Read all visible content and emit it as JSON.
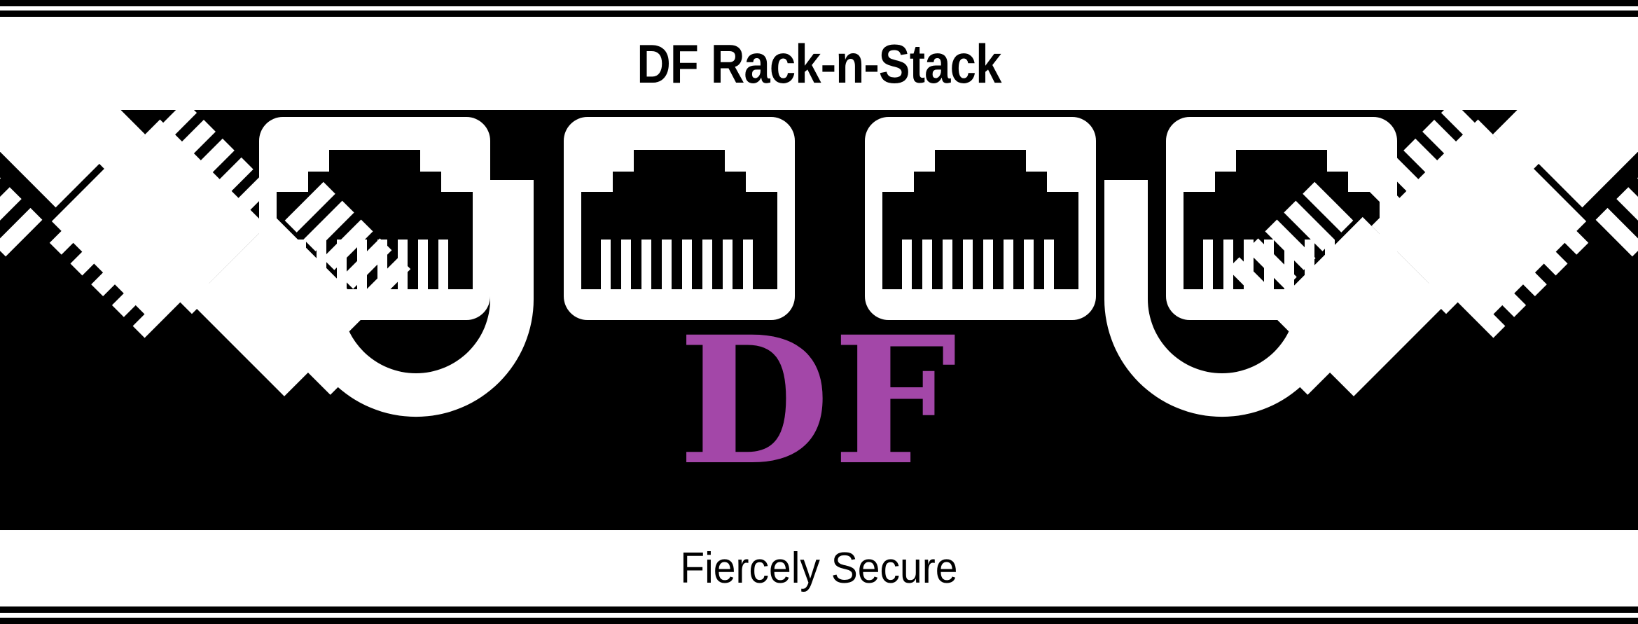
{
  "logo": {
    "title": "DF Rack-n-Stack",
    "monogram": "DF",
    "tagline": "Fiercely Secure",
    "colors": {
      "background": "#ffffff",
      "panel": "#000000",
      "artwork": "#ffffff",
      "monogram_purple": "#a347a8",
      "rule": "#000000"
    },
    "artwork": {
      "ports": [
        {
          "name": "rj45-port-1"
        },
        {
          "name": "rj45-port-2"
        },
        {
          "name": "rj45-port-3"
        },
        {
          "name": "rj45-port-4"
        }
      ],
      "cables": [
        {
          "name": "ethernet-cable-left-outer"
        },
        {
          "name": "ethernet-cable-left-inner"
        },
        {
          "name": "ethernet-cable-right-inner"
        },
        {
          "name": "ethernet-cable-right-outer"
        }
      ],
      "arcs": [
        {
          "name": "cable-arc-left"
        },
        {
          "name": "cable-arc-right"
        }
      ]
    }
  }
}
